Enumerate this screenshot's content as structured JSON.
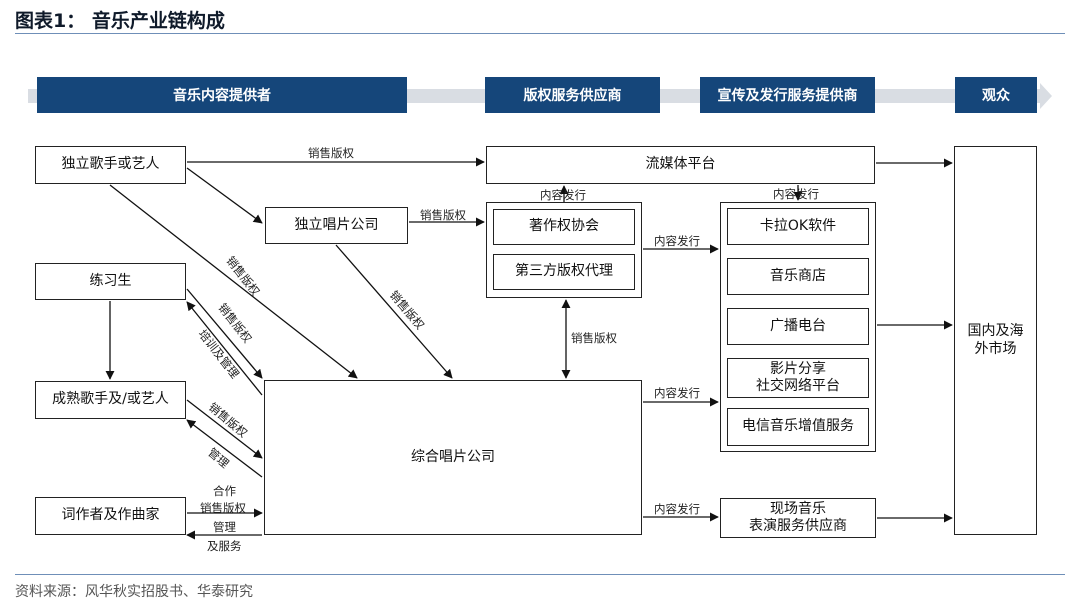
{
  "title": "图表1： 音乐产业链构成",
  "source": "资料来源：风华秋实招股书、华泰研究",
  "headers": [
    "音乐内容提供者",
    "版权服务供应商",
    "宣传及发行服务提供商",
    "观众"
  ],
  "nodes": {
    "indie_artist": "独立歌手或艺人",
    "indie_label": "独立唱片公司",
    "trainee": "练习生",
    "mature_artist": "成熟歌手及/或艺人",
    "lyricist": "词作者及作曲家",
    "major_label": "综合唱片公司",
    "streaming": "流媒体平台",
    "copyright_assoc": "著作权协会",
    "third_party_agent": "第三方版权代理",
    "karaoke": "卡拉OK软件",
    "music_store": "音乐商店",
    "radio": "广播电台",
    "video_social_1": "影片分享",
    "video_social_2": "社交网络平台",
    "telecom": "电信音乐增值服务",
    "live_1": "现场音乐",
    "live_2": "表演服务供应商",
    "market_1": "国内及海",
    "market_2": "外市场"
  },
  "edge_labels": {
    "sell_top": "销售版权",
    "sell_indie_label": "销售版权",
    "sell_diag_artist": "销售版权",
    "sell_diag_label": "销售版权",
    "sell_trainee": "销售版权",
    "train_manage": "培训及管理",
    "sell_mature": "销售版权",
    "manage_mature": "管理",
    "coop": "合作",
    "sell_lyricist": "销售版权",
    "manage_lyricist": "管理",
    "service_lyricist": "及服务",
    "dist_top_left": "内容发行",
    "dist_top_right": "内容发行",
    "dist_assoc": "内容发行",
    "sell_vertical": "销售版权",
    "dist_major": "内容发行",
    "dist_live": "内容发行"
  }
}
